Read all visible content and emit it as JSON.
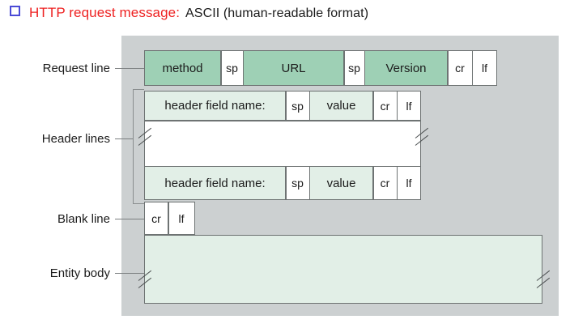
{
  "slide": {
    "bullet_icon": "hollow-square-bullet",
    "title_highlight": "HTTP request message:",
    "title_rest": "ASCII (human-readable format)",
    "colors": {
      "title_red": "#ee2222",
      "bullet_blue": "#4a4ad6",
      "panel_gray": "#ccd0d1",
      "green_dark": "#9ed0b5",
      "green_pale": "#e2efe7",
      "border_gray": "#6e7373"
    }
  },
  "labels": {
    "request_line": "Request line",
    "header_lines": "Header lines",
    "blank_line": "Blank line",
    "entity_body": "Entity body"
  },
  "request_line": {
    "cells": [
      {
        "text": "method",
        "style": "green-dark"
      },
      {
        "text": "sp",
        "style": "white"
      },
      {
        "text": "URL",
        "style": "green-dark"
      },
      {
        "text": "sp",
        "style": "white"
      },
      {
        "text": "Version",
        "style": "green-dark"
      },
      {
        "text": "cr",
        "style": "white"
      },
      {
        "text": "lf",
        "style": "white"
      }
    ]
  },
  "header_line_1": {
    "cells": [
      {
        "text": "header field name:",
        "style": "green-pale"
      },
      {
        "text": "sp",
        "style": "white"
      },
      {
        "text": "value",
        "style": "green-pale"
      },
      {
        "text": "cr",
        "style": "white"
      },
      {
        "text": "lf",
        "style": "white"
      }
    ]
  },
  "header_line_2": {
    "cells": [
      {
        "text": "header field name:",
        "style": "green-pale"
      },
      {
        "text": "sp",
        "style": "white"
      },
      {
        "text": "value",
        "style": "green-pale"
      },
      {
        "text": "cr",
        "style": "white"
      },
      {
        "text": "lf",
        "style": "white"
      }
    ]
  },
  "header_continuation": {
    "text": "",
    "style": "white",
    "break_marks": [
      "left",
      "right"
    ]
  },
  "blank_line": {
    "cells": [
      {
        "text": "cr",
        "style": "white"
      },
      {
        "text": "lf",
        "style": "white"
      }
    ]
  },
  "entity_body": {
    "text": "",
    "style": "green-pale",
    "break_marks": [
      "left",
      "right"
    ]
  }
}
